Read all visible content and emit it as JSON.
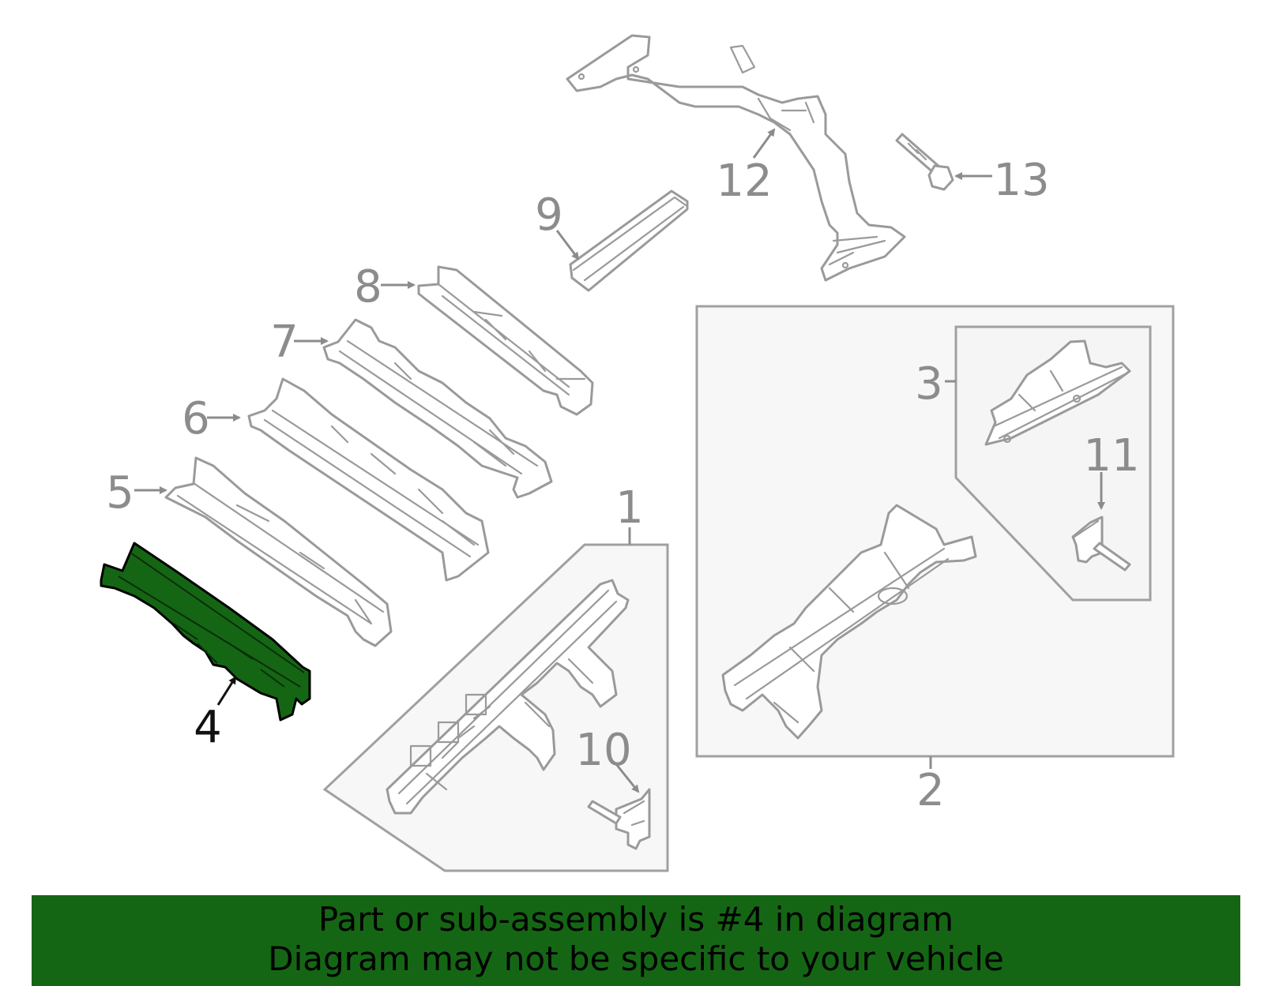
{
  "colors": {
    "highlight": "#156614",
    "banner_bg": "#156614",
    "part_outline": "#9a9a9a",
    "callout_text": "#8c8c8c",
    "group_box_fill": "#f7f7f7"
  },
  "diagram": {
    "highlighted_callout": "4",
    "callouts": {
      "c1": "1",
      "c2": "2",
      "c3": "3",
      "c4": "4",
      "c5": "5",
      "c6": "6",
      "c7": "7",
      "c8": "8",
      "c9": "9",
      "c10": "10",
      "c11": "11",
      "c12": "12",
      "c13": "13"
    }
  },
  "banner": {
    "line1": "Part or sub-assembly is #4 in diagram",
    "line2": "Diagram may not be specific to your vehicle"
  }
}
